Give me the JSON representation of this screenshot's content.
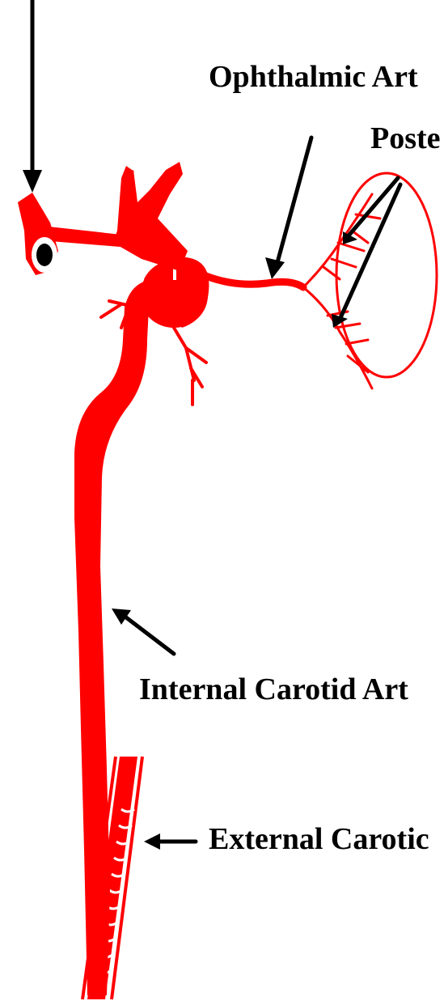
{
  "labels": {
    "ophthalmic": "Ophthalmic Art",
    "posterior": "Poste",
    "internal_carotid": "Internal Carotid Art",
    "external_carotid": "External Carotic"
  },
  "colors": {
    "artery": "#ff0000",
    "arrow": "#000000",
    "background": "#ffffff"
  }
}
